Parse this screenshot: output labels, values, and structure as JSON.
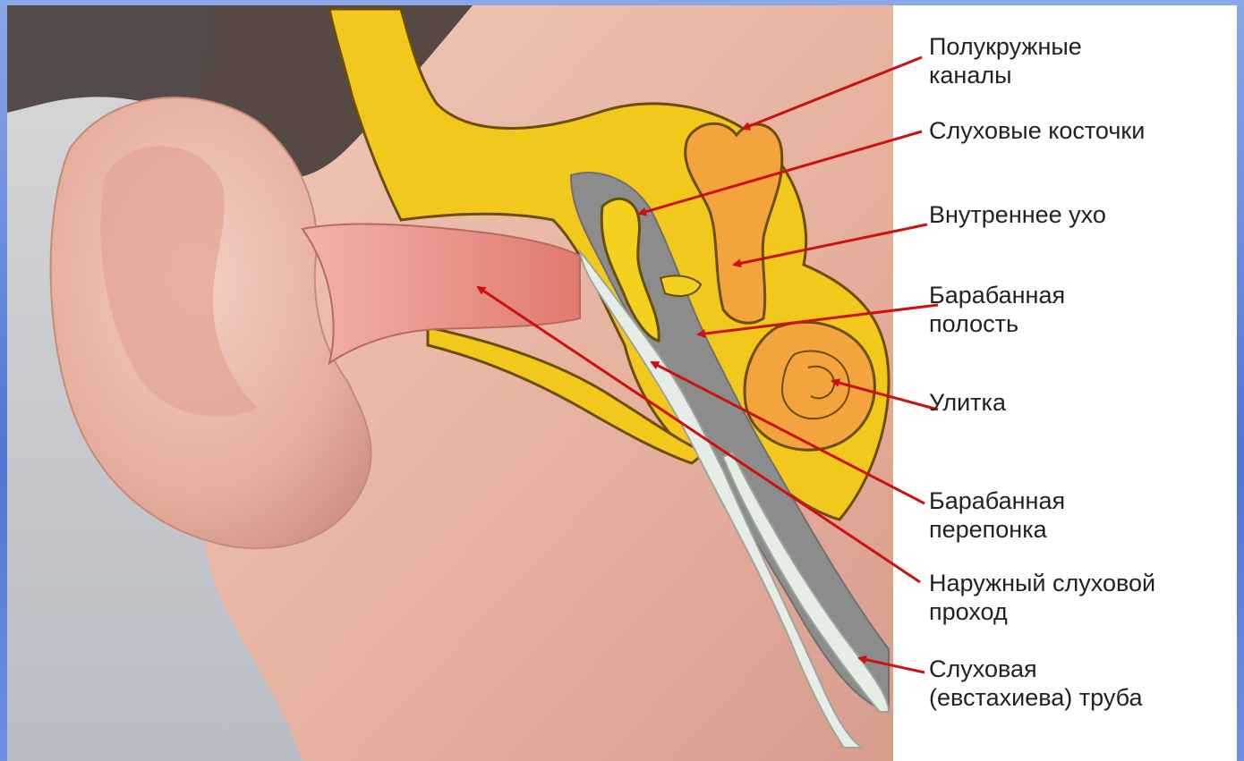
{
  "labels": {
    "semicircular_canals": [
      "Полукружные",
      "каналы"
    ],
    "ossicles": [
      "Слуховые косточки"
    ],
    "inner_ear": [
      "Внутреннее ухо"
    ],
    "tympanic_cavity": [
      "Барабанная",
      "полость"
    ],
    "cochlea": [
      "Улитка"
    ],
    "eardrum": [
      "Барабанная",
      "перепонка"
    ],
    "ear_canal": [
      "Наружный слуховой",
      "проход"
    ],
    "eustachian_tube": [
      "Слуховая",
      "(евстахиева) труба"
    ]
  },
  "colors": {
    "bone": "#f2c81c",
    "bone_edge": "#6b4d0a",
    "canal": "#e88b80",
    "skin": "#e9b7a6",
    "cavity": "#8c8c8c",
    "inner_ear": "#f3a43c",
    "tube_lining": "#e6ece6",
    "arrow": "#cc1111",
    "frame": "#5b7fd6"
  }
}
